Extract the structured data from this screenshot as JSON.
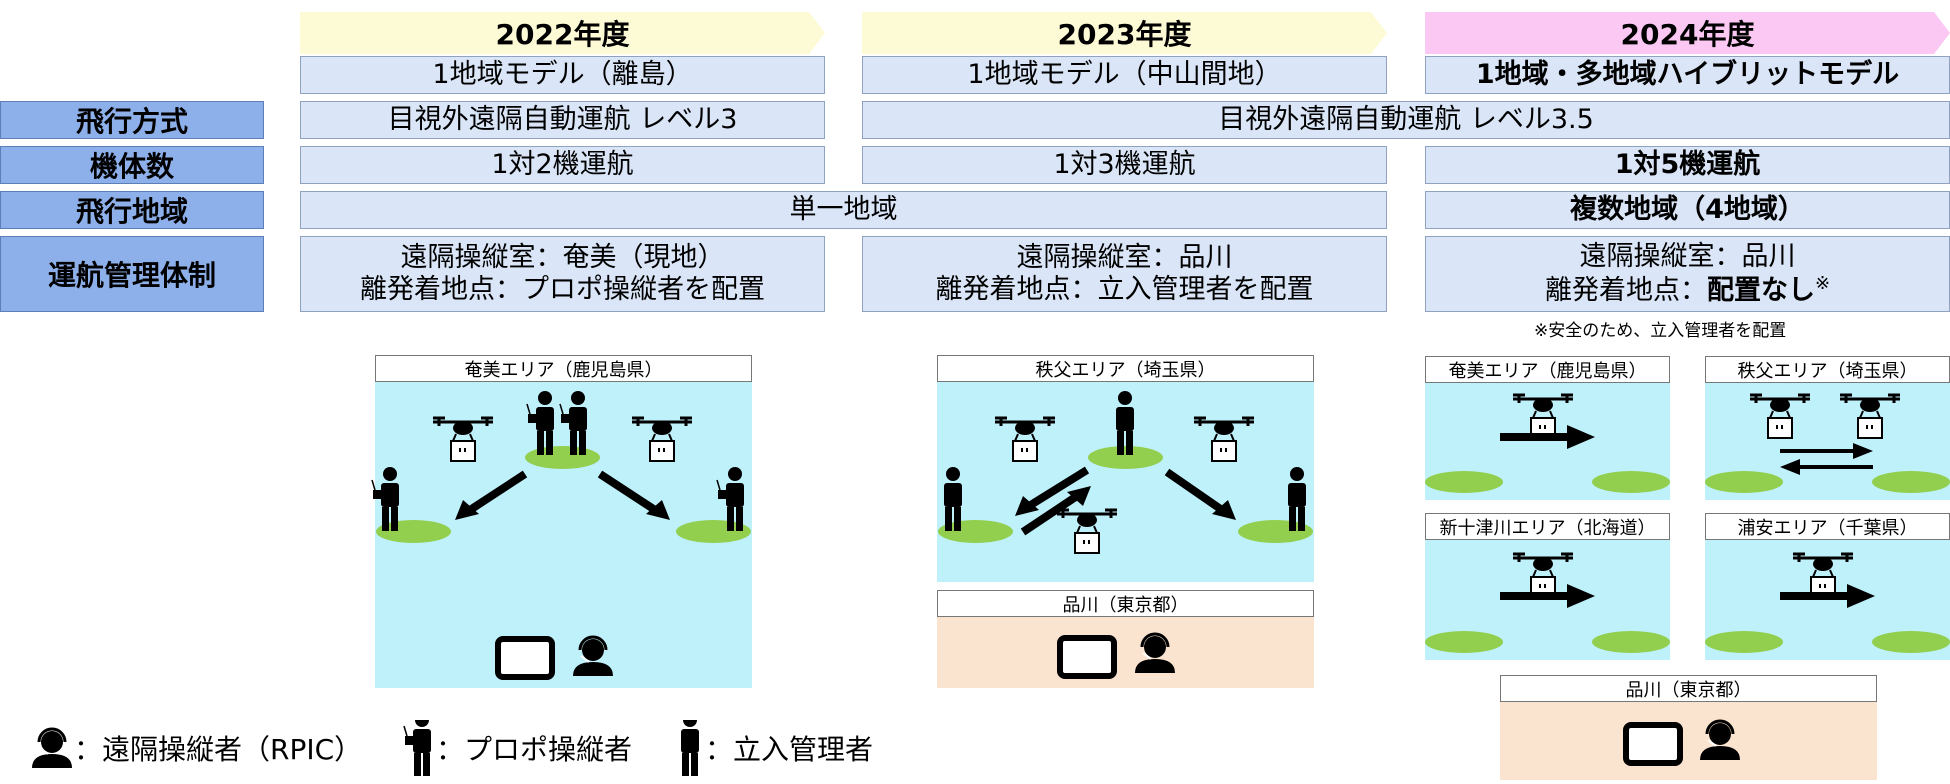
{
  "years": [
    "2022年度",
    "2023年度",
    "2024年度"
  ],
  "models": [
    "1地域モデル（離島）",
    "1地域モデル（中山間地）",
    "1地域・多地域ハイブリットモデル"
  ],
  "row_headers": [
    "飛行方式",
    "機体数",
    "飛行地域",
    "運航管理体制"
  ],
  "flight_method": [
    "目視外遠隔自動運航 レベル3",
    "目視外遠隔自動運航 レベル3.5"
  ],
  "aircraft_count": [
    "1対2機運航",
    "1対3機運航",
    "1対5機運航"
  ],
  "flight_area": [
    "単一地域",
    "複数地域（4地域）"
  ],
  "operation": {
    "y2022": [
      "遠隔操縦室：奄美（現地）",
      "離発着地点：プロポ操縦者を配置"
    ],
    "y2023": [
      "遠隔操縦室：品川",
      "離発着地点：立入管理者を配置"
    ],
    "y2024_line1": "遠隔操縦室：品川",
    "y2024_prefix": "離発着地点：",
    "y2024_bold": "配置なし",
    "y2024_mark": "※"
  },
  "footnote": "※安全のため、立入管理者を配置",
  "areas": {
    "amami": "奄美エリア（鹿児島県）",
    "chichibu": "秩父エリア（埼玉県）",
    "shintotsukawa": "新十津川エリア（北海道）",
    "urayasu": "浦安エリア（千葉県）",
    "shinagawa": "品川（東京都）"
  },
  "legend": {
    "rpic": "：遠隔操縦者（RPIC）",
    "propo": "：プロポ操縦者",
    "manager": "：立入管理者"
  },
  "colors": {
    "year_2022": "#fdfbd6",
    "year_2023": "#fdfbd6",
    "year_2024": "#fbc8f3",
    "cell": "#dae6f7",
    "row_header": "#8eb0ea",
    "area_water": "#bff1fb",
    "pad": "#92cf4e",
    "control_room": "#fbe4cf"
  }
}
